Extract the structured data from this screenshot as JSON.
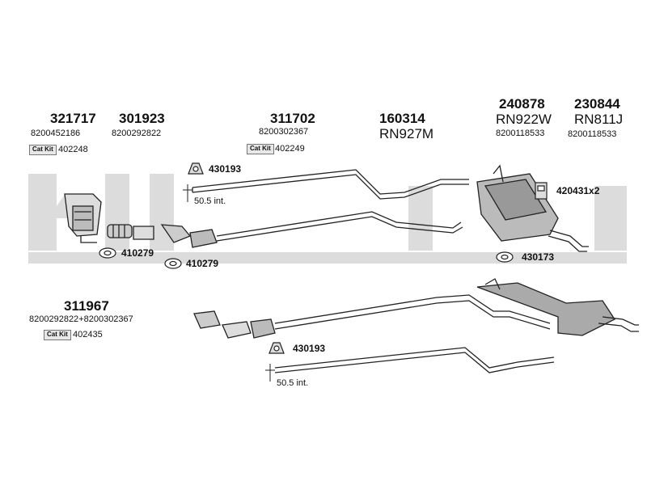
{
  "parts": [
    {
      "part_no": "321717",
      "oem": "8200452186",
      "catkit_label": "Cat Kit",
      "catkit_no": "402248"
    },
    {
      "part_no": "301923",
      "oem": "8200292822"
    },
    {
      "part_no": "311702",
      "oem": "8200302367",
      "catkit_label": "Cat Kit",
      "catkit_no": "402249"
    },
    {
      "part_no": "160314",
      "oem": "RN927M"
    },
    {
      "part_no": "240878",
      "oem": "RN922W",
      "oem2": "8200118533"
    },
    {
      "part_no": "230844",
      "oem": "RN811J",
      "oem2": "8200118533"
    },
    {
      "part_no": "311967",
      "oem": "8200292822+8200302367",
      "catkit_label": "Cat Kit",
      "catkit_no": "402435"
    }
  ],
  "accessories": {
    "clamp_top": "430193",
    "clamp_bottom": "430193",
    "gasket_left": "410279",
    "gasket_mid": "410279",
    "hanger_right": "430173",
    "rubber_mount": "420431x2"
  },
  "dimensions": {
    "top": "50.5 int.",
    "bottom": "50.5 int."
  }
}
